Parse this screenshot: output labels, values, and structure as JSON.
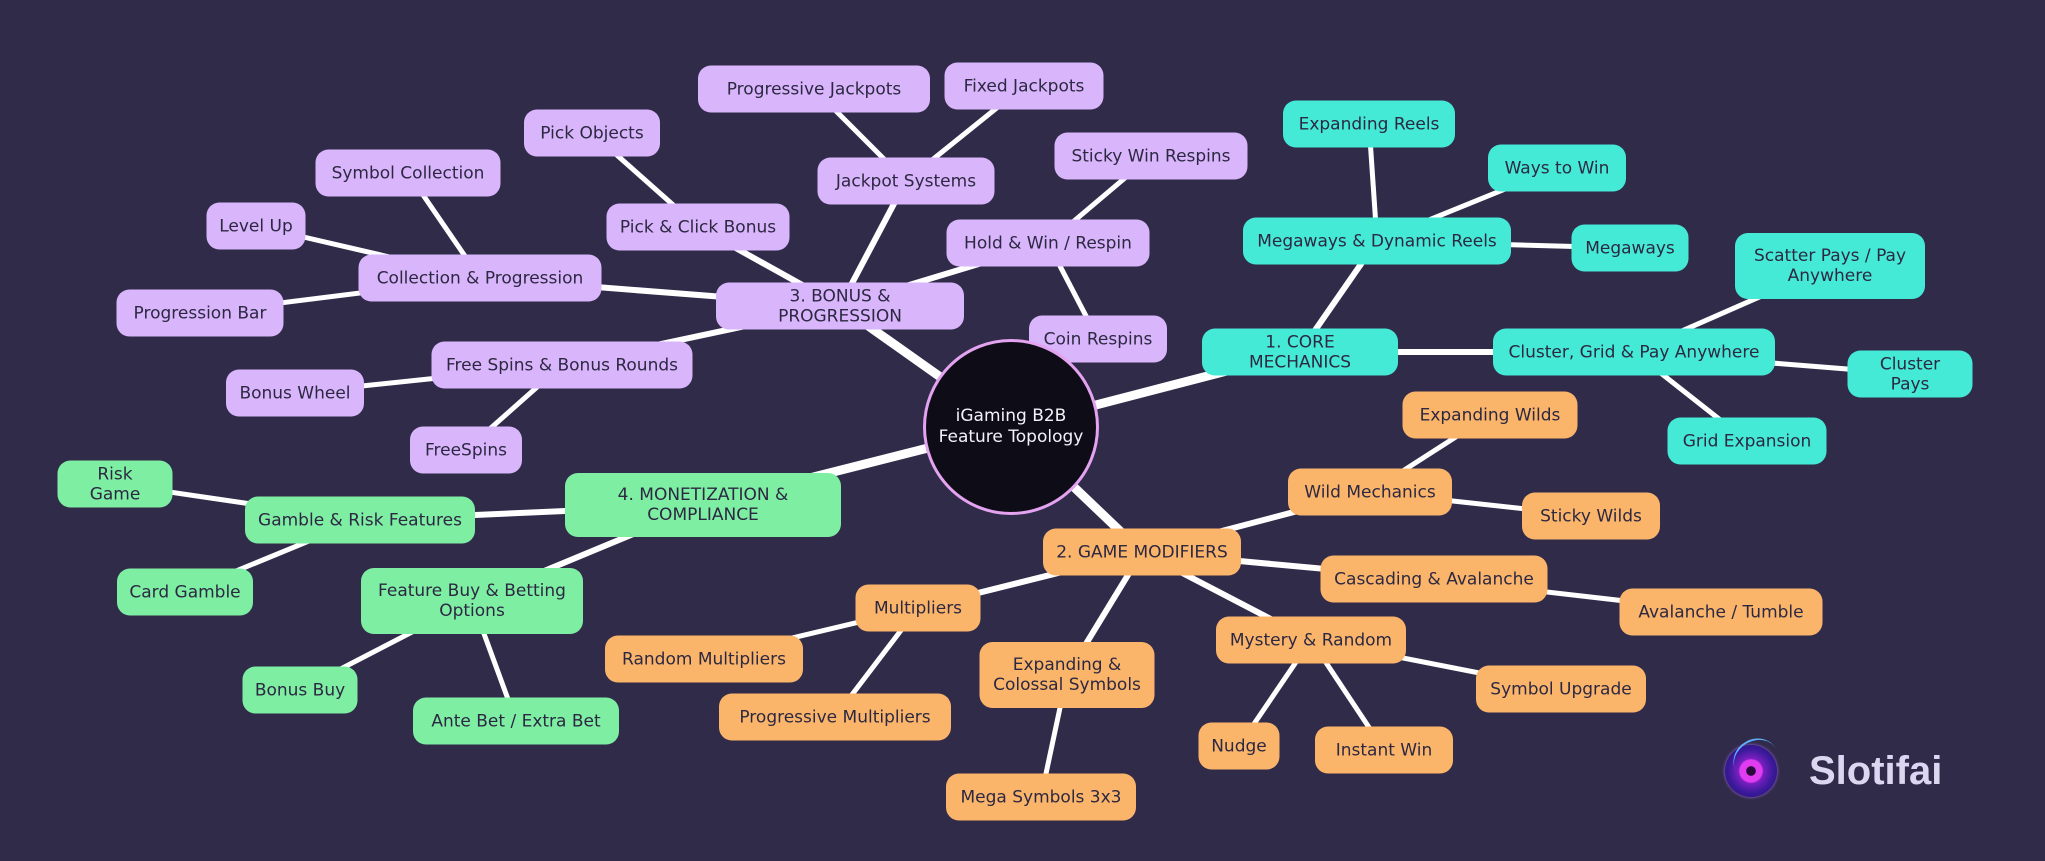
{
  "center": {
    "label": "iGaming B2B Feature Topology"
  },
  "brand": {
    "name": "Slotifai",
    "icon": "slotifai-logo-icon"
  },
  "colors": {
    "background": "#312b4a",
    "edge": "#ffffff",
    "core": "#45ead6",
    "modifiers": "#fbb56a",
    "bonus": "#d9b5fb",
    "monetization": "#7eeea3"
  },
  "branches": [
    {
      "id": "core",
      "label": "1. CORE MECHANICS",
      "color": "#45ead6",
      "children": [
        {
          "label": "Megaways & Dynamic Reels",
          "children": [
            {
              "label": "Expanding Reels"
            },
            {
              "label": "Ways to Win"
            },
            {
              "label": "Megaways"
            }
          ]
        },
        {
          "label": "Cluster, Grid & Pay Anywhere",
          "children": [
            {
              "label": "Scatter Pays / Pay Anywhere"
            },
            {
              "label": "Cluster Pays"
            },
            {
              "label": "Grid Expansion"
            }
          ]
        }
      ]
    },
    {
      "id": "modifiers",
      "label": "2. GAME MODIFIERS",
      "color": "#fbb56a",
      "children": [
        {
          "label": "Wild Mechanics",
          "children": [
            {
              "label": "Expanding Wilds"
            },
            {
              "label": "Sticky Wilds"
            }
          ]
        },
        {
          "label": "Cascading & Avalanche",
          "children": [
            {
              "label": "Avalanche / Tumble"
            }
          ]
        },
        {
          "label": "Mystery & Random",
          "children": [
            {
              "label": "Symbol Upgrade"
            },
            {
              "label": "Nudge"
            },
            {
              "label": "Instant Win"
            }
          ]
        },
        {
          "label": "Expanding & Colossal Symbols",
          "children": [
            {
              "label": "Mega Symbols 3x3"
            }
          ]
        },
        {
          "label": "Multipliers",
          "children": [
            {
              "label": "Random Multipliers"
            },
            {
              "label": "Progressive Multipliers"
            }
          ]
        }
      ]
    },
    {
      "id": "bonus",
      "label": "3. BONUS & PROGRESSION",
      "color": "#d9b5fb",
      "children": [
        {
          "label": "Hold & Win / Respin",
          "children": [
            {
              "label": "Sticky Win Respins"
            },
            {
              "label": "Coin Respins"
            }
          ]
        },
        {
          "label": "Jackpot Systems",
          "children": [
            {
              "label": "Progressive Jackpots"
            },
            {
              "label": "Fixed Jackpots"
            }
          ]
        },
        {
          "label": "Pick & Click Bonus",
          "children": [
            {
              "label": "Pick Objects"
            }
          ]
        },
        {
          "label": "Collection & Progression",
          "children": [
            {
              "label": "Symbol Collection"
            },
            {
              "label": "Level Up"
            },
            {
              "label": "Progression Bar"
            }
          ]
        },
        {
          "label": "Free Spins & Bonus Rounds",
          "children": [
            {
              "label": "Bonus Wheel"
            },
            {
              "label": "FreeSpins"
            }
          ]
        }
      ]
    },
    {
      "id": "monetization",
      "label": "4. MONETIZATION & COMPLIANCE",
      "color": "#7eeea3",
      "children": [
        {
          "label": "Gamble & Risk Features",
          "children": [
            {
              "label": "Risk Game"
            },
            {
              "label": "Card Gamble"
            }
          ]
        },
        {
          "label": "Feature Buy & Betting Options",
          "children": [
            {
              "label": "Bonus Buy"
            },
            {
              "label": "Ante Bet / Extra Bet"
            }
          ]
        }
      ]
    }
  ]
}
